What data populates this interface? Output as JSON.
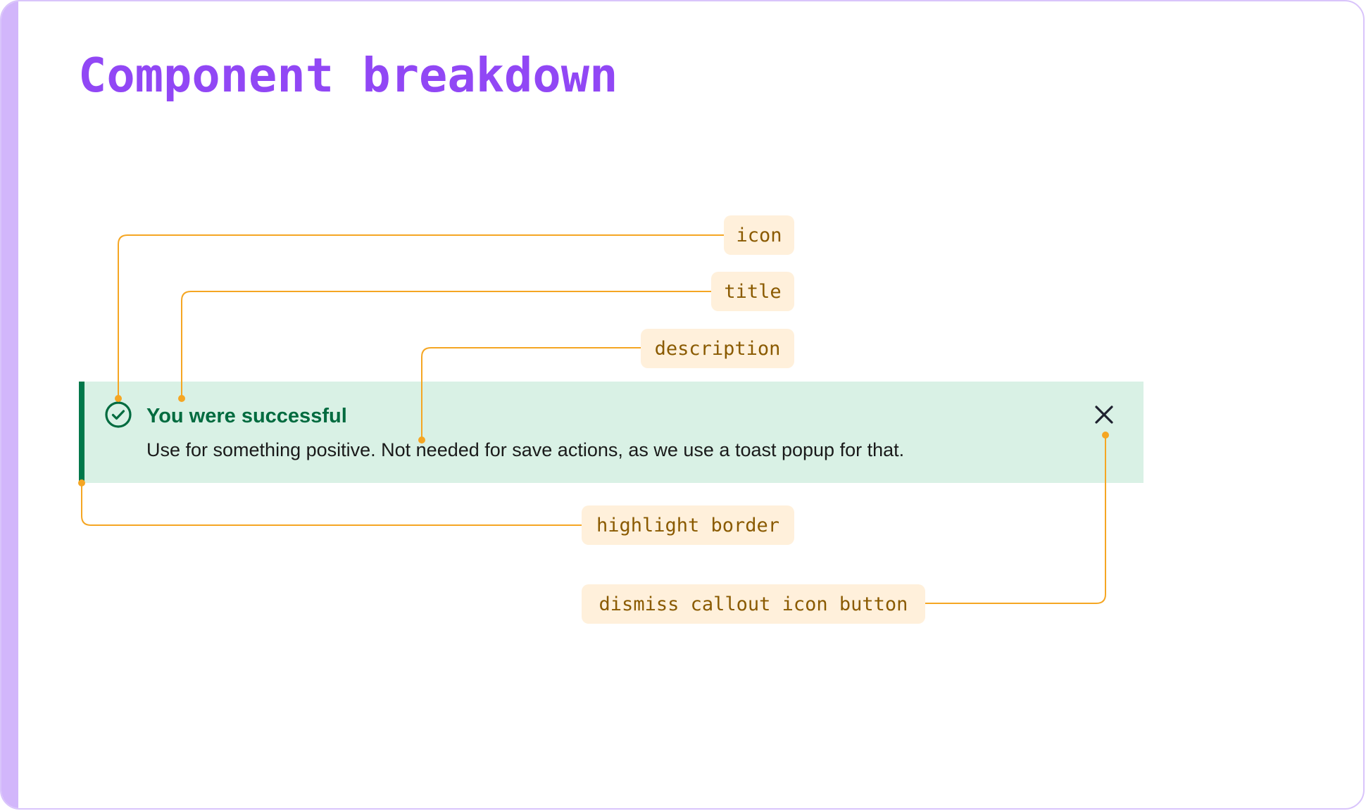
{
  "page": {
    "title": "Component breakdown"
  },
  "callout": {
    "title": "You were successful",
    "description": "Use for something positive. Not needed for save actions, as we use a toast popup for that.",
    "icon": "check-circle-icon",
    "dismiss_icon": "close-icon",
    "variant": "success"
  },
  "annotations": [
    {
      "label": "icon"
    },
    {
      "label": "title"
    },
    {
      "label": "description"
    },
    {
      "label": "highlight border"
    },
    {
      "label": "dismiss callout icon button"
    }
  ],
  "colors": {
    "page_title": "#9147f5",
    "frame_accent": "#d2b6fb",
    "callout_background": "#d9f1e5",
    "highlight_border": "#00784a",
    "callout_title": "#006b3f",
    "annotation_line": "#f5a623",
    "annotation_tag_background": "#fff0db",
    "annotation_tag_text": "#8a5a00"
  }
}
